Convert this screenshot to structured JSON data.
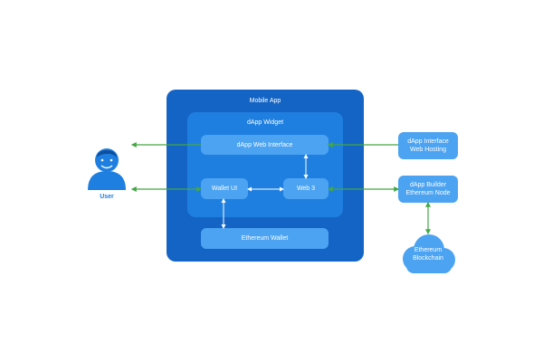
{
  "diagram": {
    "mobile_app": {
      "title": "Mobile App"
    },
    "dapp_widget": {
      "title": "dApp Widget"
    },
    "nodes": {
      "dapp_web_interface": "dApp Web Interface",
      "wallet_ui": "Wallet UI",
      "web3": "Web 3",
      "ethereum_wallet": "Ethereum Wallet",
      "hosting": [
        "dApp Interface",
        "Web Hosting"
      ],
      "builder_node": [
        "dApp Builder",
        "Ethereum Node"
      ],
      "blockchain": [
        "Ethereum",
        "Blockchain"
      ],
      "user": "User"
    },
    "colors": {
      "mobile_bg": "#1364c4",
      "widget_bg": "#1f7fe0",
      "node_bg": "#4ba3f2",
      "arrow": "#43a845",
      "user_icon": "#1f7fe0",
      "cloud": "#4ba3f2"
    },
    "icons": {
      "user": "user-avatar-icon",
      "blockchain": "cloud-icon"
    }
  }
}
